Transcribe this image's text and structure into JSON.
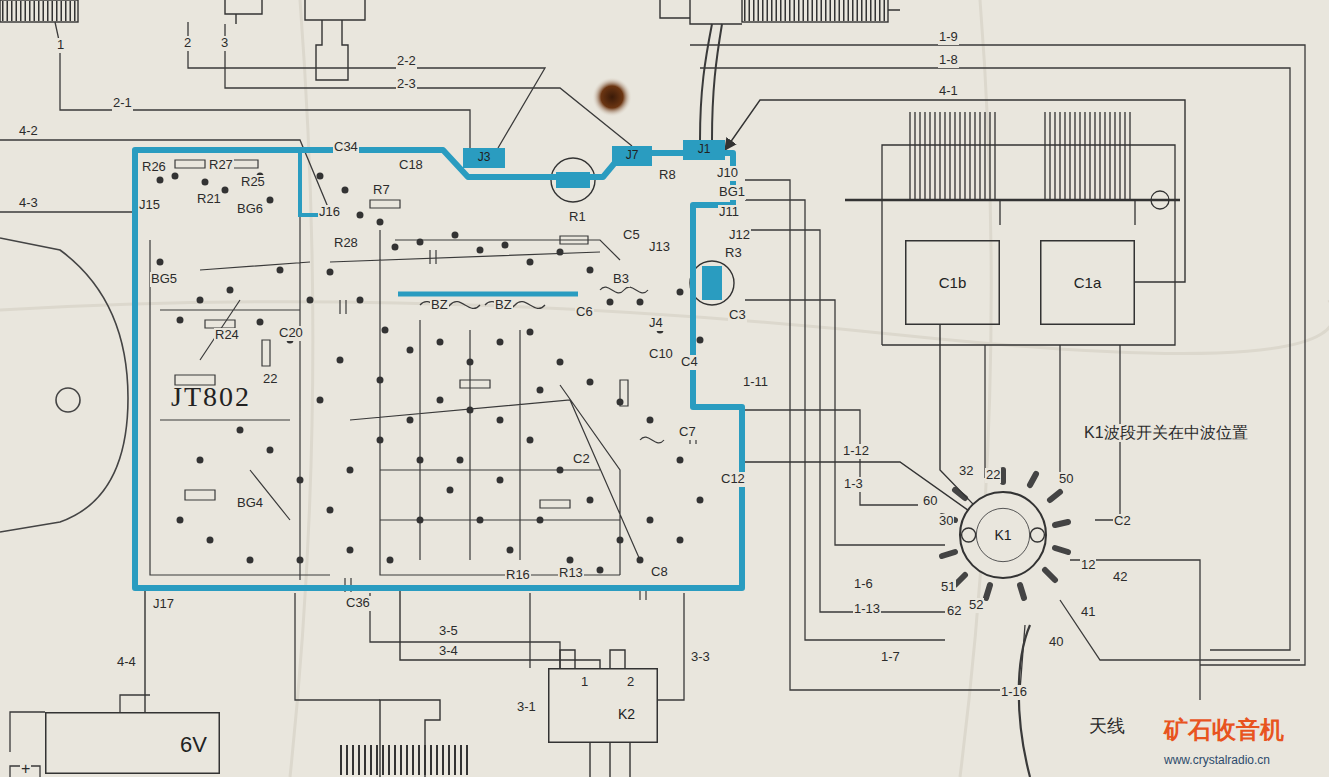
{
  "diagram": {
    "nodes": [
      {
        "text": [
          "JT802"
        ]
      },
      {
        "text": [
          "J3"
        ]
      },
      {
        "text": [
          "J7"
        ]
      },
      {
        "text": [
          "J1"
        ]
      },
      {
        "text": [
          "C1b"
        ]
      },
      {
        "text": [
          "C1a"
        ]
      },
      {
        "text": [
          "K1"
        ]
      },
      {
        "text": [
          "K2"
        ]
      },
      {
        "text": [
          "6V"
        ]
      }
    ],
    "edges": [
      {
        "from": 5,
        "to": 3,
        "arrow": "to",
        "label": "4-1"
      },
      {
        "from": 6,
        "to": 0,
        "arrow": "none",
        "label": "1-12"
      },
      {
        "from": 8,
        "to": 0,
        "arrow": "none",
        "label": "4-4"
      },
      {
        "from": 7,
        "to": 0,
        "arrow": "none",
        "label": "3-4"
      },
      {
        "from": 4,
        "to": 6,
        "arrow": "none"
      }
    ],
    "labels": [
      "1",
      "2",
      "3",
      "2-2",
      "2-3",
      "2-1",
      "4-2",
      "4-3",
      "1-9",
      "1-8",
      "R26",
      "R27",
      "R25",
      "R21",
      "J15",
      "BG6",
      "C34",
      "C18",
      "J16",
      "R7",
      "R28",
      "R1",
      "C5",
      "J13",
      "R8",
      "J10",
      "BG1",
      "J11",
      "J12",
      "R3",
      "B3",
      "J4",
      "C3",
      "C6",
      "C10",
      "C4",
      "BZ",
      "BZ",
      "C20",
      "22",
      "BG5",
      "R24",
      "BG4",
      "C36",
      "R13",
      "R16",
      "C8",
      "C2",
      "C12",
      "C7",
      "J17",
      "3-5",
      "3-3",
      "3-1",
      "1",
      "2",
      "1-11",
      "1-3",
      "1-6",
      "1-13",
      "1-7",
      "1-16",
      "32",
      "22",
      "50",
      "12",
      "42",
      "41",
      "40",
      "62",
      "52",
      "51",
      "30",
      "60",
      "C2",
      "K1波段开关在中波位置",
      "天线",
      "+",
      "矿石收音机",
      "www.crystalradio.cn"
    ]
  }
}
